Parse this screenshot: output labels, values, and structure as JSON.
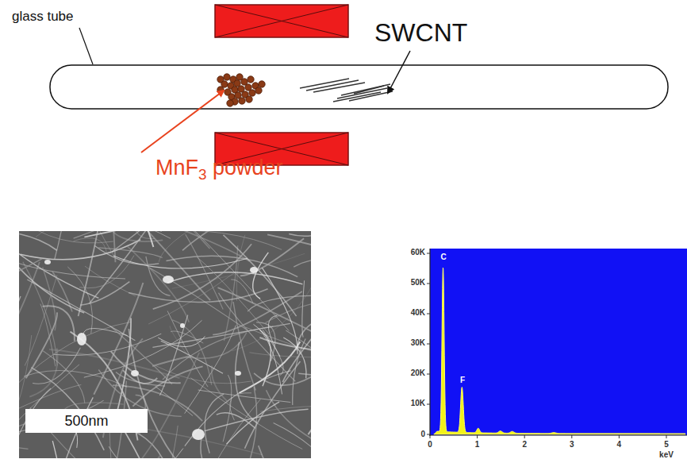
{
  "diagram": {
    "nodes": [
      {
        "text": [
          "500nm"
        ]
      }
    ],
    "labels": [
      "glass tube",
      "SWCNT",
      "MnF3 powder",
      "60K",
      "50K",
      "40K",
      "30K",
      "20K",
      "10K",
      "0",
      "0",
      "1",
      "2",
      "3",
      "4",
      "5",
      "keV",
      "C",
      "F"
    ]
  }
}
